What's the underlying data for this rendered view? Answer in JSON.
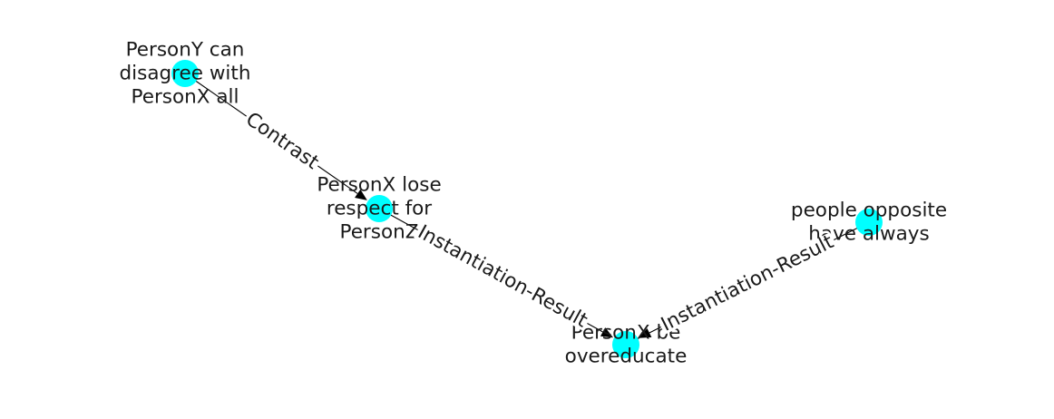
{
  "graph": {
    "node_color": "#00ffff",
    "edge_color": "#000000",
    "nodes": [
      {
        "id": "n1",
        "lines": [
          "PersonY can",
          "disagree with",
          "PersonX all"
        ]
      },
      {
        "id": "n2",
        "lines": [
          "PersonX lose",
          "respect for",
          "PersonZ"
        ]
      },
      {
        "id": "n3",
        "lines": [
          "PersonX be",
          "overeducate"
        ]
      },
      {
        "id": "n4",
        "lines": [
          "people opposite",
          "have always"
        ]
      }
    ],
    "edges": [
      {
        "from": "n1",
        "to": "n2",
        "label": "Contrast"
      },
      {
        "from": "n2",
        "to": "n3",
        "label": "Instantiation-Result"
      },
      {
        "from": "n4",
        "to": "n3",
        "label": "Instantiation-Result"
      }
    ]
  }
}
